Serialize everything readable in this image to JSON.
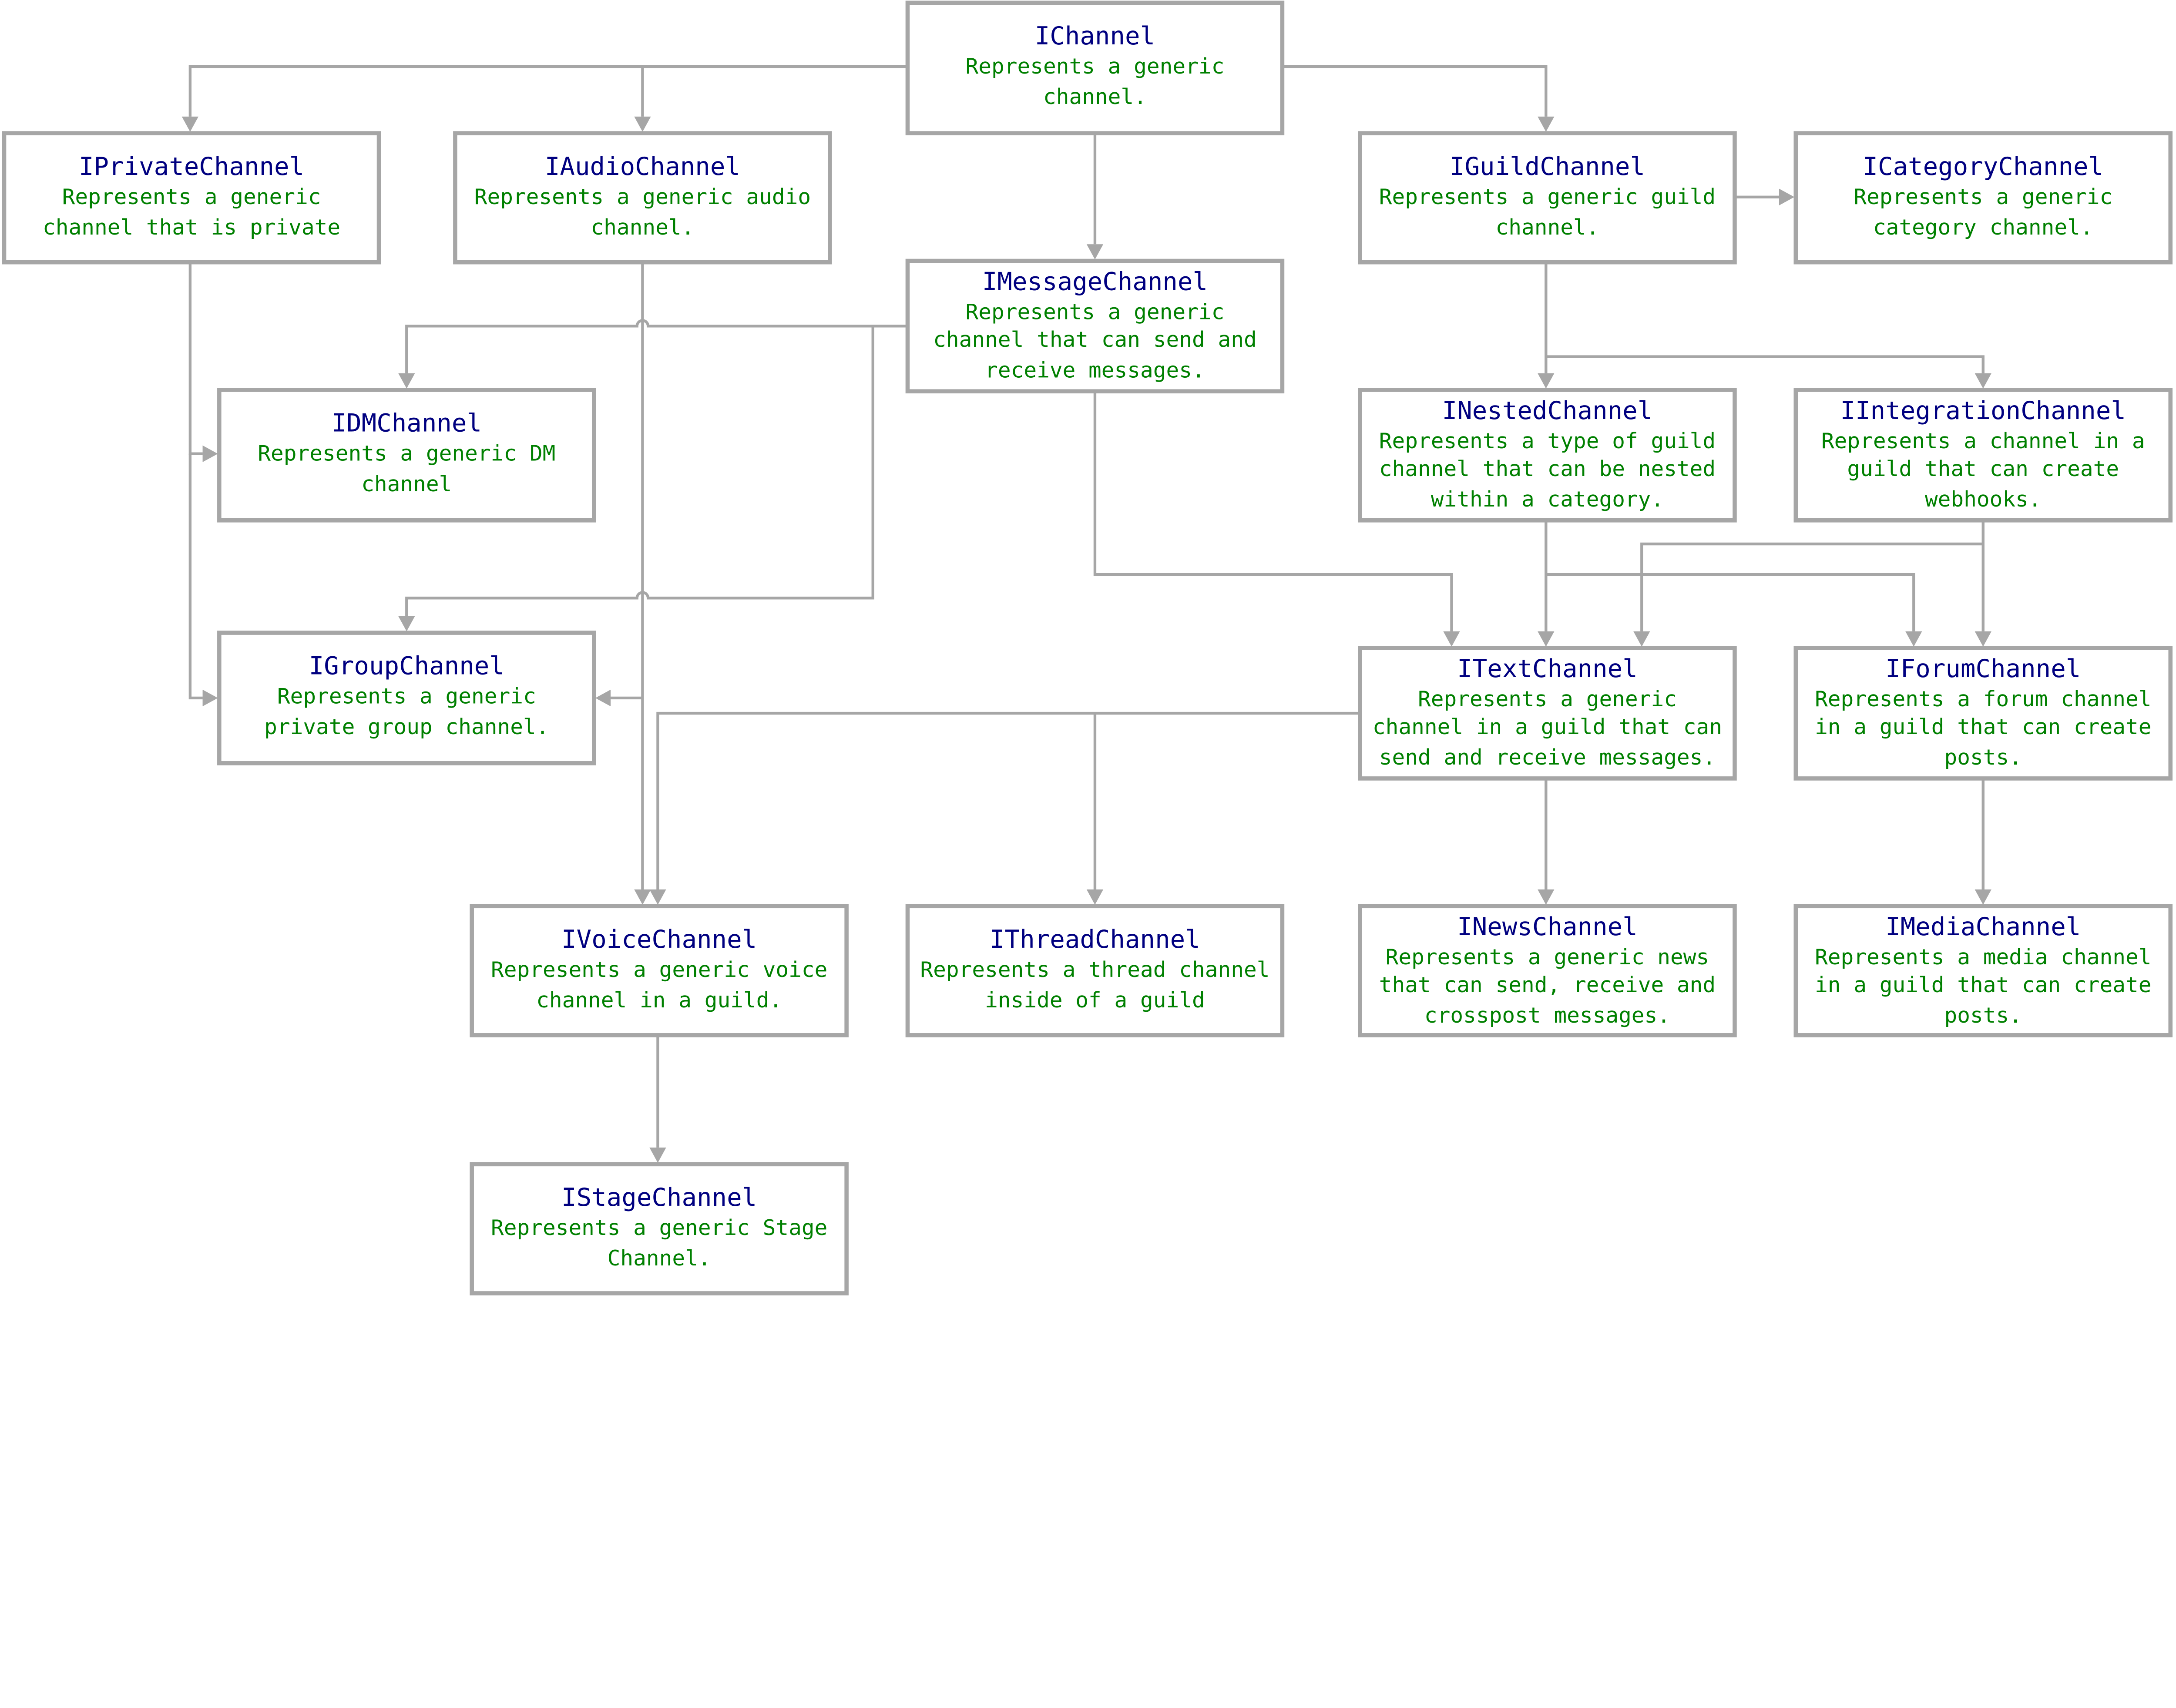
{
  "colors": {
    "title": "#000080",
    "description": "#008000",
    "border": "#a6a6a6",
    "edge": "#a6a6a6"
  },
  "nodes": [
    {
      "id": "IChannel",
      "title": "IChannel",
      "description": [
        "Represents a generic",
        "channel."
      ]
    },
    {
      "id": "IPrivateChannel",
      "title": "IPrivateChannel",
      "description": [
        "Represents a generic",
        "channel that is private"
      ]
    },
    {
      "id": "IAudioChannel",
      "title": "IAudioChannel",
      "description": [
        "Represents a generic audio",
        "channel."
      ]
    },
    {
      "id": "IGuildChannel",
      "title": "IGuildChannel",
      "description": [
        "Represents a generic guild",
        "channel."
      ]
    },
    {
      "id": "ICategoryChannel",
      "title": "ICategoryChannel",
      "description": [
        "Represents a generic",
        "category channel."
      ]
    },
    {
      "id": "IMessageChannel",
      "title": "IMessageChannel",
      "description": [
        "Represents a generic",
        "channel that can send and",
        "receive messages."
      ]
    },
    {
      "id": "IDMChannel",
      "title": "IDMChannel",
      "description": [
        "Represents a generic DM",
        "channel"
      ]
    },
    {
      "id": "INestedChannel",
      "title": "INestedChannel",
      "description": [
        "Represents a type of guild",
        "channel that can be nested",
        "within a category."
      ]
    },
    {
      "id": "IIntegrationChannel",
      "title": "IIntegrationChannel",
      "description": [
        "Represents a channel in a",
        "guild that can create",
        "webhooks."
      ]
    },
    {
      "id": "IGroupChannel",
      "title": "IGroupChannel",
      "description": [
        "Represents a generic",
        "private group channel."
      ]
    },
    {
      "id": "ITextChannel",
      "title": "ITextChannel",
      "description": [
        "Represents a generic",
        "channel in a guild that can",
        "send and receive messages."
      ]
    },
    {
      "id": "IForumChannel",
      "title": "IForumChannel",
      "description": [
        "Represents a forum channel",
        "in a guild that can create",
        "posts."
      ]
    },
    {
      "id": "IVoiceChannel",
      "title": "IVoiceChannel",
      "description": [
        "Represents a generic voice",
        "channel in a guild."
      ]
    },
    {
      "id": "IThreadChannel",
      "title": "IThreadChannel",
      "description": [
        "Represents a thread channel",
        "inside of a guild"
      ]
    },
    {
      "id": "INewsChannel",
      "title": "INewsChannel",
      "description": [
        "Represents a generic news",
        "that can send, receive and",
        "crosspost messages."
      ]
    },
    {
      "id": "IMediaChannel",
      "title": "IMediaChannel",
      "description": [
        "Represents a media channel",
        "in a guild that can create",
        "posts."
      ]
    },
    {
      "id": "IStageChannel",
      "title": "IStageChannel",
      "description": [
        "Represents a generic Stage",
        "Channel."
      ]
    }
  ],
  "edges": [
    {
      "from": "IChannel",
      "to": "IPrivateChannel"
    },
    {
      "from": "IChannel",
      "to": "IAudioChannel"
    },
    {
      "from": "IChannel",
      "to": "IGuildChannel"
    },
    {
      "from": "IChannel",
      "to": "IMessageChannel"
    },
    {
      "from": "IGuildChannel",
      "to": "ICategoryChannel"
    },
    {
      "from": "IPrivateChannel",
      "to": "IDMChannel"
    },
    {
      "from": "IPrivateChannel",
      "to": "IGroupChannel"
    },
    {
      "from": "IAudioChannel",
      "to": "IVoiceChannel"
    },
    {
      "from": "IAudioChannel",
      "to": "IGroupChannel"
    },
    {
      "from": "IMessageChannel",
      "to": "IDMChannel"
    },
    {
      "from": "IMessageChannel",
      "to": "IGroupChannel"
    },
    {
      "from": "IMessageChannel",
      "to": "ITextChannel"
    },
    {
      "from": "IGuildChannel",
      "to": "INestedChannel"
    },
    {
      "from": "IGuildChannel",
      "to": "IIntegrationChannel"
    },
    {
      "from": "INestedChannel",
      "to": "ITextChannel"
    },
    {
      "from": "INestedChannel",
      "to": "IForumChannel"
    },
    {
      "from": "IIntegrationChannel",
      "to": "ITextChannel"
    },
    {
      "from": "IIntegrationChannel",
      "to": "IForumChannel"
    },
    {
      "from": "ITextChannel",
      "to": "IVoiceChannel"
    },
    {
      "from": "ITextChannel",
      "to": "IThreadChannel"
    },
    {
      "from": "ITextChannel",
      "to": "INewsChannel"
    },
    {
      "from": "IForumChannel",
      "to": "IMediaChannel"
    },
    {
      "from": "IVoiceChannel",
      "to": "IStageChannel"
    }
  ]
}
